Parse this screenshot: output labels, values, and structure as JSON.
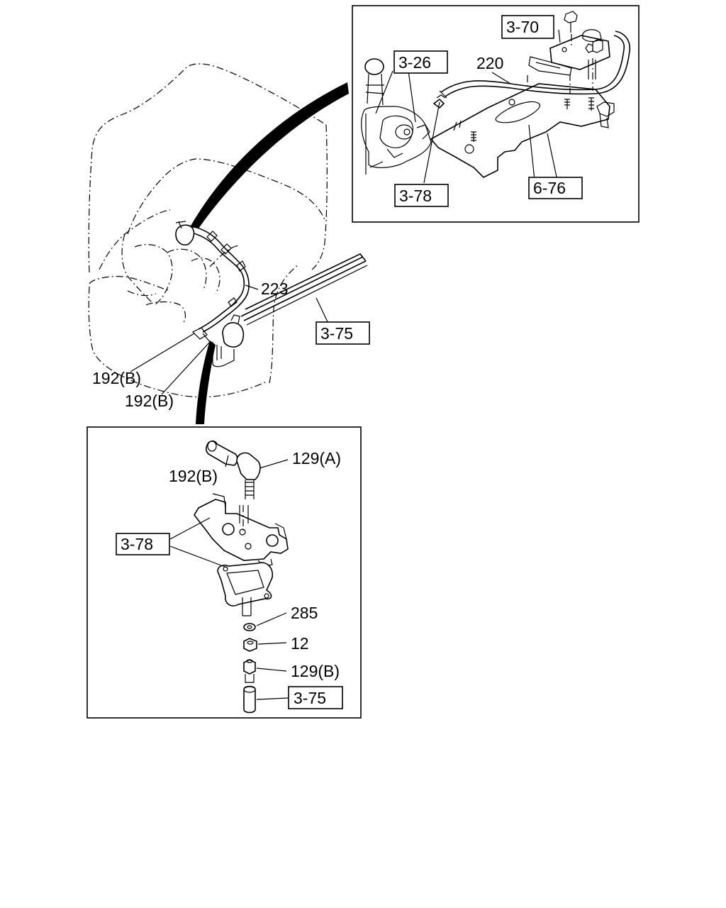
{
  "labels": {
    "ref_3_70": "3-70",
    "ref_3_26": "3-26",
    "num_220": "220",
    "ref_3_78_top": "3-78",
    "ref_6_76": "6-76",
    "num_223": "223",
    "ref_3_75_mid": "3-75",
    "num_192b_a": "192(B)",
    "num_192b_b": "192(B)",
    "num_192b_c": "192(B)",
    "num_129a": "129(A)",
    "ref_3_78_bottom": "3-78",
    "num_285": "285",
    "num_12": "12",
    "num_129b": "129(B)",
    "ref_3_75_bottom": "3-75"
  }
}
